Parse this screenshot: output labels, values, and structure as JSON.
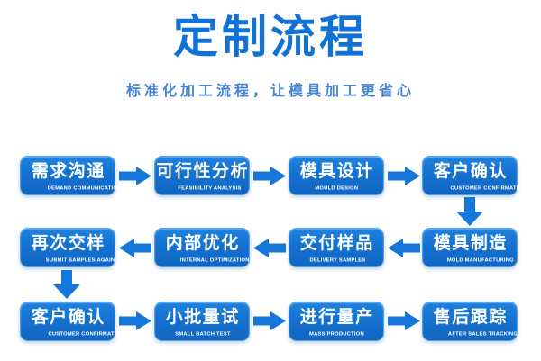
{
  "header": {
    "title": "定制流程",
    "subtitle": "标准化加工流程，让模具加工更省心"
  },
  "colors": {
    "title_blue": "#0F72D4",
    "subtitle_blue": "#4485D8",
    "box_blue_top": "#1E82E0",
    "box_blue_bottom": "#1166C2",
    "box_border": "#54A0E4",
    "arrow_blue": "#1377DC",
    "box_text": "#FFFFFF",
    "background": "#FFFFFF"
  },
  "flow": {
    "steps": [
      {
        "title": "需求沟通",
        "caption": "DEMAND COMMUNICATION"
      },
      {
        "title": "可行性分析",
        "caption": "FEASIBILITY ANALYSIS"
      },
      {
        "title": "模具设计",
        "caption": "MOULD DESIGN"
      },
      {
        "title": "客户确认",
        "caption": "CUSTOMER CONFIRMATION"
      },
      {
        "title": "模具制造",
        "caption": "MOLD MANUFACTURING"
      },
      {
        "title": "交付样品",
        "caption": "DELIVERY SAMPLES"
      },
      {
        "title": "内部优化",
        "caption": "INTERNAL OPTIMIZATION"
      },
      {
        "title": "再次交样",
        "caption": "SUBMIT SAMPLES AGAIN"
      },
      {
        "title": "客户确认",
        "caption": "CUSTOMER CONFIRMATION"
      },
      {
        "title": "小批量试",
        "caption": "SMALL BATCH TEST"
      },
      {
        "title": "进行量产",
        "caption": "MASS PRODUCTION"
      },
      {
        "title": "售后跟踪",
        "caption": "AFTER SALES TRACKING"
      }
    ]
  }
}
